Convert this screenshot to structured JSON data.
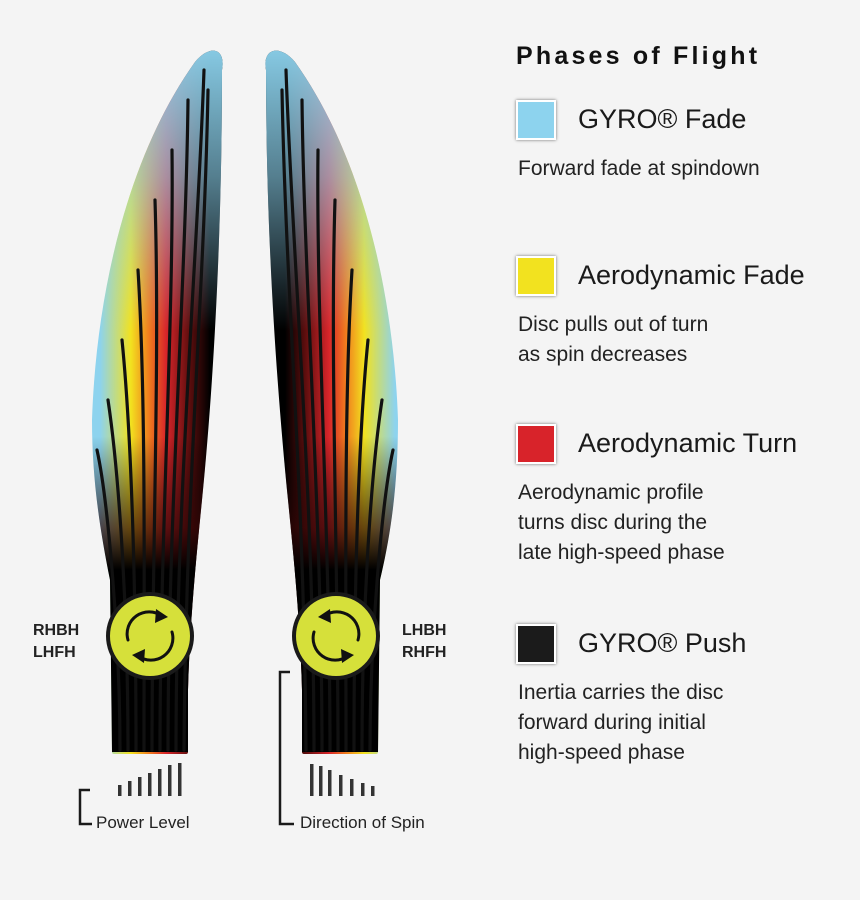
{
  "legend": {
    "title": "Phases of Flight",
    "items": [
      {
        "name": "GYRO® Fade",
        "desc": "Forward fade at spindown",
        "color": "#8dd3ee"
      },
      {
        "name": "Aerodynamic Fade",
        "desc": "Disc pulls out of turn\nas spin decreases",
        "color": "#f2e21f"
      },
      {
        "name": "Aerodynamic Turn",
        "desc": "Aerodynamic profile\nturns disc during the\nlate high-speed phase",
        "color": "#d8232a"
      },
      {
        "name": "GYRO® Push",
        "desc": "Inertia carries the disc\nforward during initial\nhigh-speed phase",
        "color": "#1b1b1b"
      }
    ]
  },
  "diagram": {
    "left_throw_label": "RHBH\nLHFH",
    "right_throw_label": "LHBH\nRHFH",
    "power_level_caption": "Power Level",
    "direction_caption": "Direction of Spin",
    "disc_color": "#d6e03a"
  }
}
